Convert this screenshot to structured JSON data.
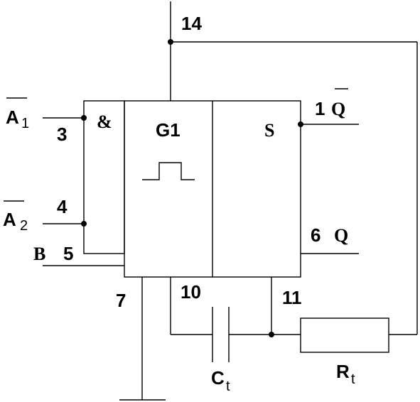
{
  "gate": {
    "and_symbol": "&",
    "title": "G1",
    "set_label": "S"
  },
  "pins": {
    "p1": "1",
    "p3": "3",
    "p4": "4",
    "p5": "5",
    "p6": "6",
    "p7": "7",
    "p10": "10",
    "p11": "11",
    "p14": "14"
  },
  "signals": {
    "a1": "A",
    "a1_sub": "1",
    "a2": "A",
    "a2_sub": "2",
    "b": "B",
    "q_bar": "Q",
    "q": "Q"
  },
  "components": {
    "capacitor": "C",
    "capacitor_sub": "t",
    "resistor": "R",
    "resistor_sub": "t"
  }
}
